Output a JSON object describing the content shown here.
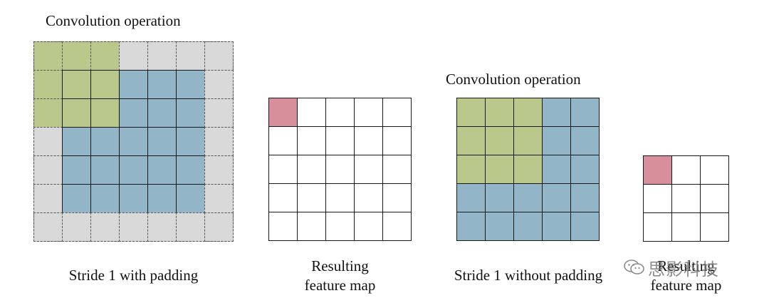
{
  "diagrams": {
    "with_padding": {
      "title": "Convolution operation",
      "input_label": "Stride 1 with padding",
      "output_label": [
        "Resulting",
        "feature map"
      ],
      "input_size": 7,
      "output_size": 5,
      "padding": 1,
      "kernel_size": 3
    },
    "without_padding": {
      "title": "Convolution operation",
      "input_label": "Stride 1 without padding",
      "output_label": [
        "Resulting",
        "feature map"
      ],
      "input_size": 5,
      "output_size": 3,
      "padding": 0,
      "kernel_size": 3
    }
  },
  "colors": {
    "padding_fill": "#d9d9d9",
    "input_fill": "#92b5c7",
    "kernel_fill": "#bac98b",
    "output_highlight": "#d88f9c",
    "output_fill": "#ffffff",
    "grid_line": "#1a1a1a"
  },
  "watermark": {
    "icon": "wechat-icon",
    "text": "思影科技"
  }
}
